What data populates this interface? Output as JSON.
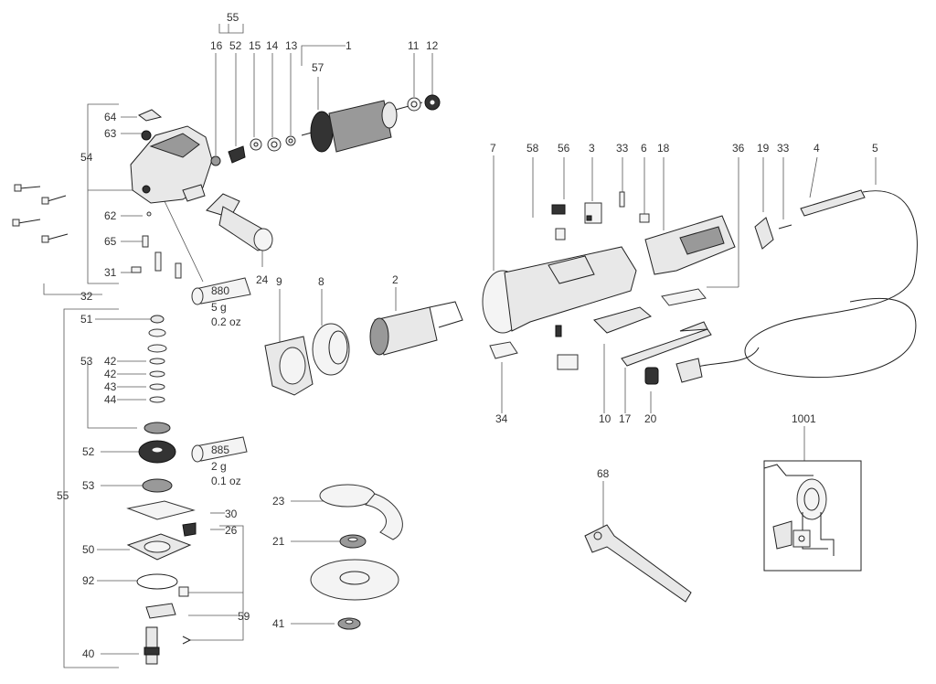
{
  "diagram": {
    "labels": {
      "l55top": "55",
      "l16": "16",
      "l52top": "52",
      "l15": "15",
      "l14": "14",
      "l13": "13",
      "l1": "1",
      "l11": "11",
      "l12": "12",
      "l57": "57",
      "l64": "64",
      "l63": "63",
      "l54": "54",
      "l62": "62",
      "l65": "65",
      "l31": "31",
      "l32": "32",
      "l24": "24",
      "l880": "880",
      "g880": "5 g",
      "oz880": "0.2 oz",
      "l9": "9",
      "l8": "8",
      "l2": "2",
      "l7": "7",
      "l58": "58",
      "l56": "56",
      "l3": "3",
      "l33a": "33",
      "l6": "6",
      "l18": "18",
      "l36": "36",
      "l19": "19",
      "l33b": "33",
      "l4": "4",
      "l5": "5",
      "l51": "51",
      "l53a": "53",
      "l42a": "42",
      "l42b": "42",
      "l43": "43",
      "l44": "44",
      "l55left": "55",
      "l52b": "52",
      "l885": "885",
      "g885": "2 g",
      "oz885": "0.1 oz",
      "l53b": "53",
      "l30": "30",
      "l26": "26",
      "l50": "50",
      "l92": "92",
      "l59": "59",
      "l40": "40",
      "l23": "23",
      "l21": "21",
      "l41": "41",
      "l34": "34",
      "l10": "10",
      "l17": "17",
      "l20": "20",
      "l68": "68",
      "l1001": "1001"
    }
  }
}
